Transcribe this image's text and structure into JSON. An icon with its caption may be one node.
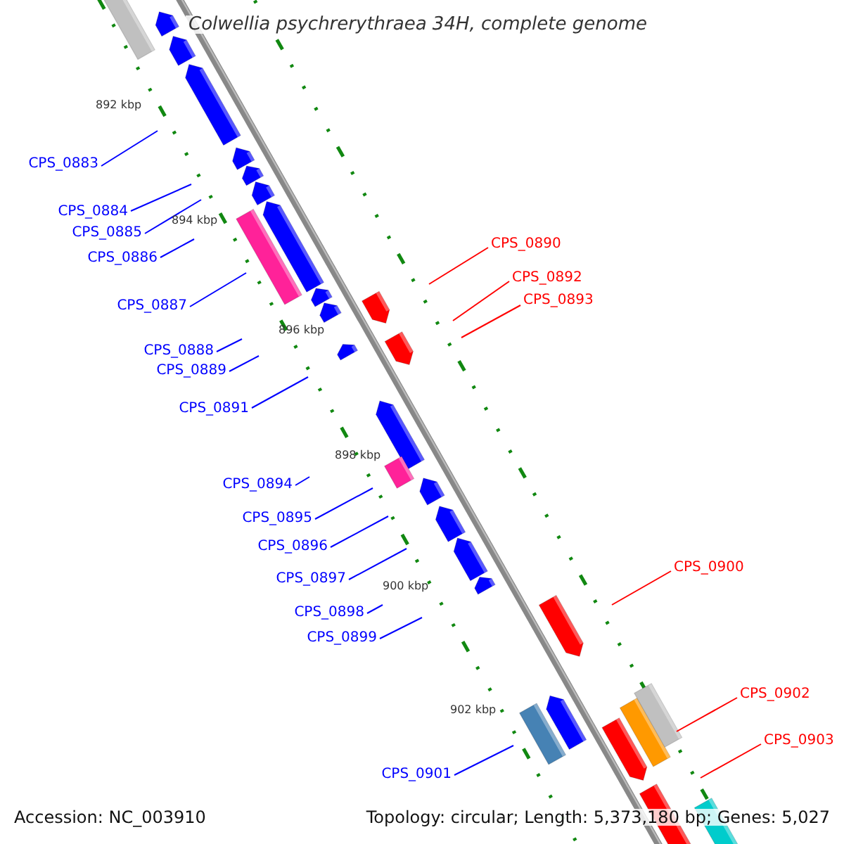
{
  "diagram": {
    "title": "Colwellia psychrerythraea 34H, complete genome",
    "nodes": [
      {
        "text": [
          "CPS_0883"
        ]
      },
      {
        "text": [
          "CPS_0884"
        ]
      },
      {
        "text": [
          "CPS_0885"
        ]
      },
      {
        "text": [
          "CPS_0890"
        ]
      },
      {
        "text": [
          "CPS_0886"
        ]
      },
      {
        "text": [
          "CPS_0892"
        ]
      },
      {
        "text": [
          "CPS_0893"
        ]
      },
      {
        "text": [
          "CPS_0887"
        ]
      },
      {
        "text": [
          "CPS_0888"
        ]
      },
      {
        "text": [
          "CPS_0889"
        ]
      },
      {
        "text": [
          "CPS_0891"
        ]
      },
      {
        "text": [
          "CPS_0894"
        ]
      },
      {
        "text": [
          "CPS_0895"
        ]
      },
      {
        "text": [
          "CPS_0896"
        ]
      },
      {
        "text": [
          "CPS_0900"
        ]
      },
      {
        "text": [
          "CPS_0897"
        ]
      },
      {
        "text": [
          "CPS_0898"
        ]
      },
      {
        "text": [
          "CPS_0899"
        ]
      },
      {
        "text": [
          "CPS_0902"
        ]
      },
      {
        "text": [
          "CPS_0903"
        ]
      },
      {
        "text": [
          "CPS_0901"
        ]
      }
    ],
    "edges": [
      {
        "from": 0,
        "to": null,
        "arrow": "none"
      },
      {
        "from": 1,
        "to": null,
        "arrow": "none"
      },
      {
        "from": 2,
        "to": null,
        "arrow": "none"
      },
      {
        "from": 3,
        "to": null,
        "arrow": "none",
        "color": "#ff0000"
      },
      {
        "from": 4,
        "to": null,
        "arrow": "none"
      },
      {
        "from": 5,
        "to": null,
        "arrow": "none",
        "color": "#ff0000"
      },
      {
        "from": 6,
        "to": null,
        "arrow": "none",
        "color": "#ff0000"
      },
      {
        "from": 7,
        "to": null,
        "arrow": "none"
      },
      {
        "from": 8,
        "to": null,
        "arrow": "none"
      },
      {
        "from": 9,
        "to": null,
        "arrow": "none"
      },
      {
        "from": 10,
        "to": null,
        "arrow": "none"
      },
      {
        "from": 11,
        "to": null,
        "arrow": "none"
      },
      {
        "from": 12,
        "to": null,
        "arrow": "none"
      },
      {
        "from": 13,
        "to": null,
        "arrow": "none"
      },
      {
        "from": 14,
        "to": null,
        "arrow": "none",
        "color": "#ff0000"
      },
      {
        "from": 15,
        "to": null,
        "arrow": "none"
      },
      {
        "from": 16,
        "to": null,
        "arrow": "none"
      },
      {
        "from": 17,
        "to": null,
        "arrow": "none"
      },
      {
        "from": 18,
        "to": null,
        "arrow": "none",
        "color": "#ff0000"
      },
      {
        "from": 19,
        "to": null,
        "arrow": "none",
        "color": "#ff0000"
      },
      {
        "from": 20,
        "to": null,
        "arrow": "none"
      }
    ],
    "labels": [
      "892 kbp",
      "894 kbp",
      "896 kbp",
      "898 kbp",
      "900 kbp",
      "902 kbp",
      "Accession: NC_003910",
      "Topology: circular; Length: 5,373,180 bp; Genes: 5,027"
    ]
  }
}
